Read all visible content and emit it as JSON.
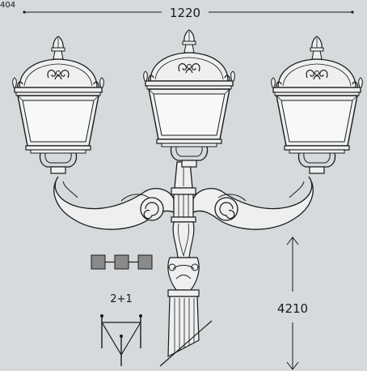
{
  "drawing": {
    "code_label": "404",
    "width_dimension": "1220",
    "height_dimension": "4210",
    "arrangement_label": "2+1"
  },
  "colors": {
    "background": "#d6dadd",
    "line": "#1a1a1a",
    "glass": "#eef0f0",
    "module": "#8a8a8a"
  },
  "icons": [
    "up-arrow-icon",
    "down-arrow-icon",
    "lantern-module-icon",
    "tripod-base-icon"
  ]
}
